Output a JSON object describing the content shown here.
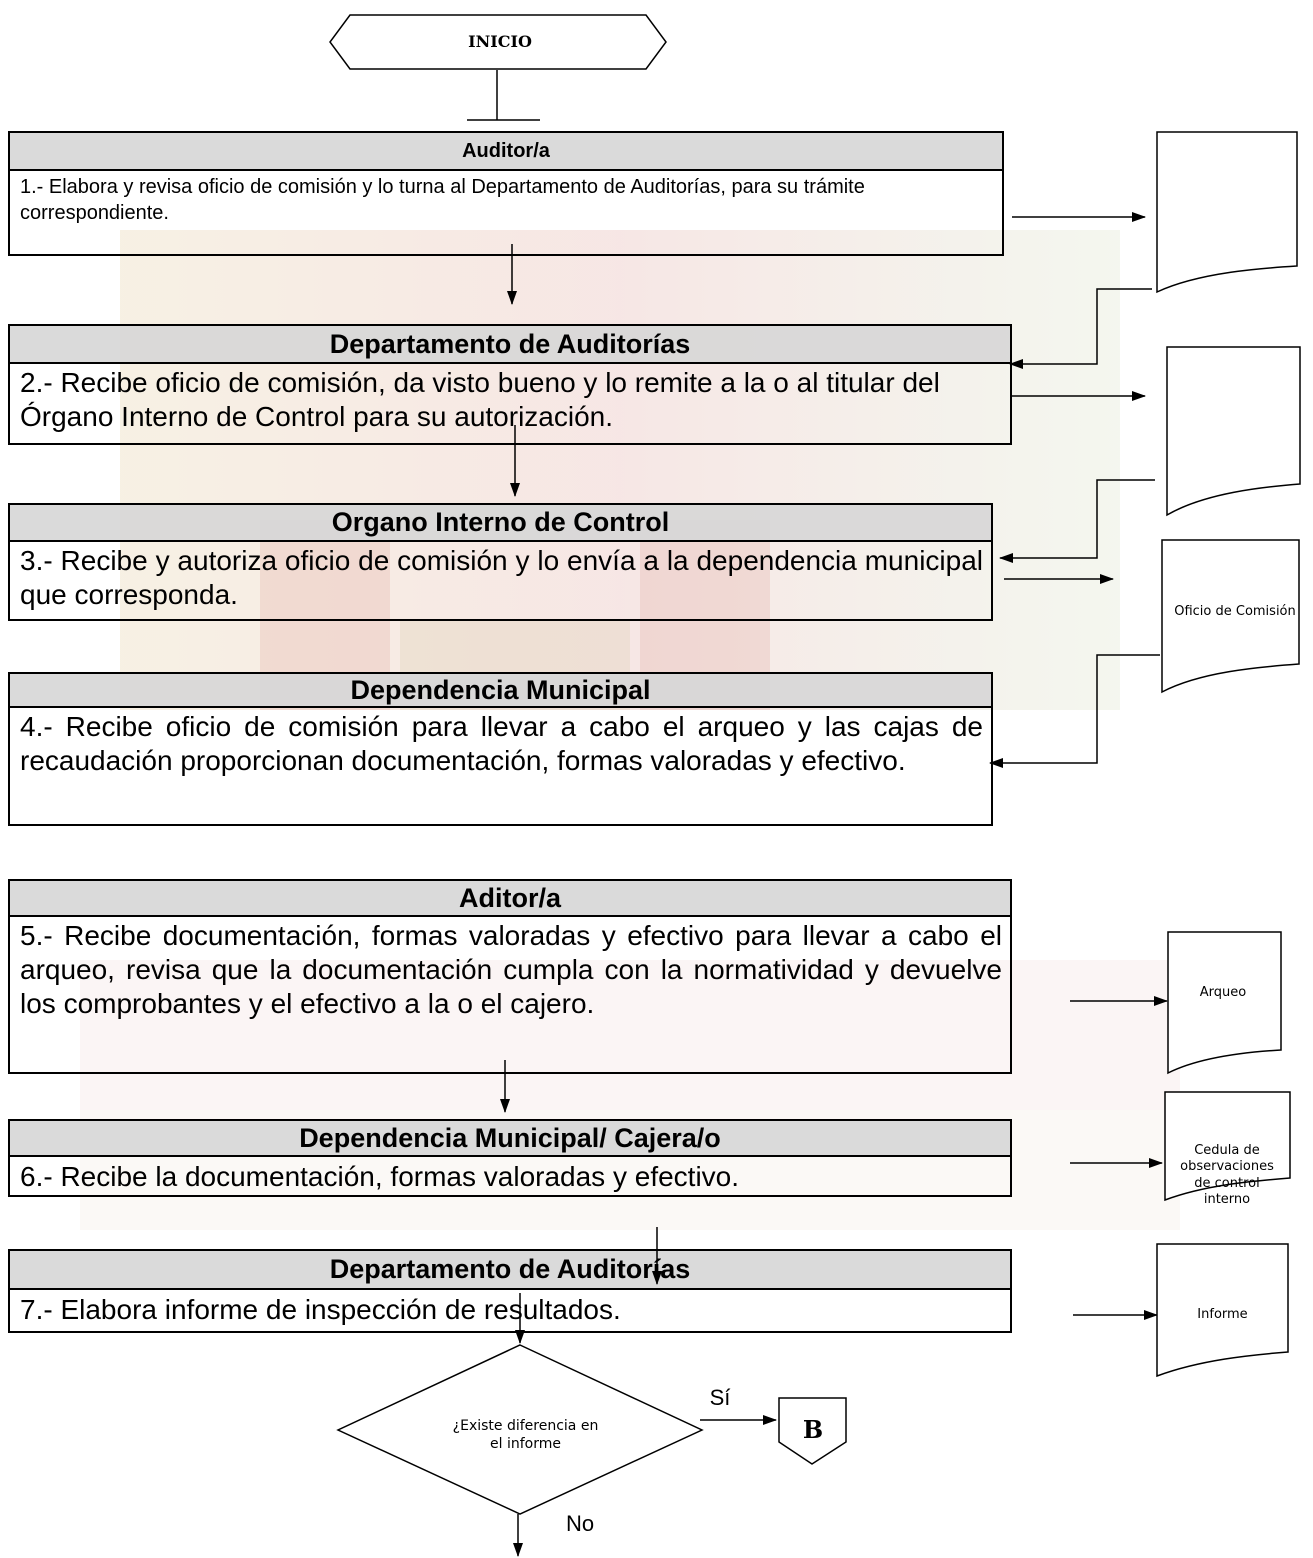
{
  "start": {
    "label": "INICIO"
  },
  "steps": [
    {
      "title": "Auditor/a",
      "text": " 1.- Elabora y revisa oficio de comisión y lo turna al Departamento de Auditorías, para su trámite correspondiente."
    },
    {
      "title": "Departamento de Auditorías",
      "text": "2.- Recibe oficio de comisión, da visto bueno y lo remite a la o al titular del Órgano Interno de Control para su autorización."
    },
    {
      "title": "Organo Interno de Control",
      "text": "3.- Recibe y autoriza oficio de comisión y lo envía a la dependencia municipal que corresponda."
    },
    {
      "title": "Dependencia Municipal",
      "text": "4.- Recibe oficio de comisión para llevar a cabo el arqueo y las cajas de recaudación proporcionan documentación, formas valoradas y efectivo."
    },
    {
      "title": "Aditor/a",
      "text": "5.- Recibe documentación, formas valoradas y efectivo para llevar a cabo el arqueo, revisa que la documentación cumpla con la normatividad y devuelve los comprobantes y el efectivo a la o el cajero."
    },
    {
      "title": "Dependencia Municipal/ Cajera/o",
      "text": "6.- Recibe la documentación, formas valoradas y efectivo."
    },
    {
      "title": "Departamento de Auditorías",
      "text": "7.- Elabora informe de inspección de resultados."
    }
  ],
  "documents": [
    {
      "label": ""
    },
    {
      "label": ""
    },
    {
      "label": "Oficio de Comisión"
    },
    {
      "label": "Arqueo"
    },
    {
      "label": "Cedula de observaciones de control interno"
    },
    {
      "label": "Informe"
    }
  ],
  "decision": {
    "question": "¿Existe diferencia en el informe",
    "yes": "Sí",
    "no": "No"
  },
  "connector": {
    "label": "B"
  },
  "colors": {
    "header_bg": "#d7d7d7",
    "line": "#000000"
  }
}
